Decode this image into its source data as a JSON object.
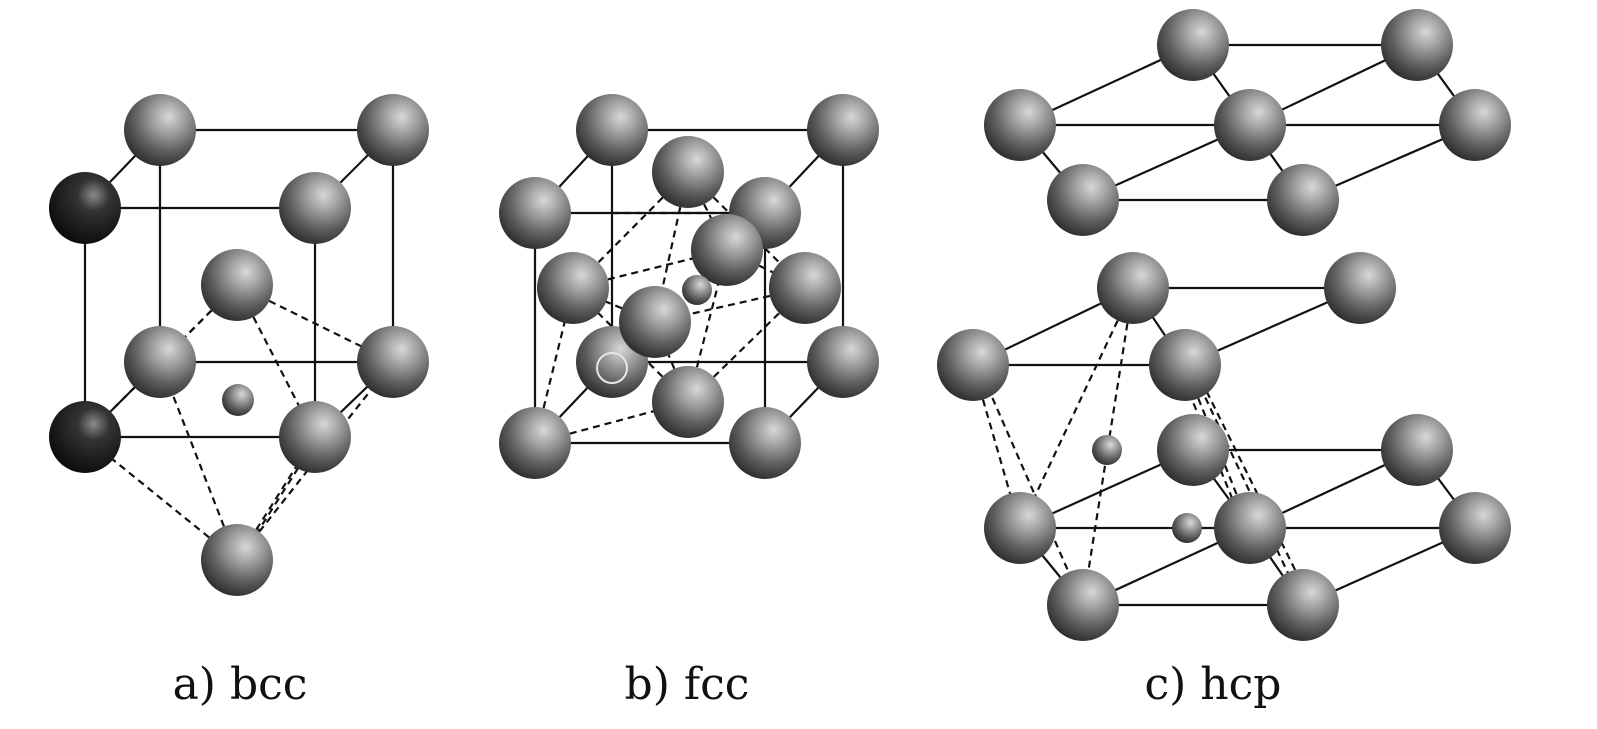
{
  "captions": {
    "bcc": "a) bcc",
    "fcc": "b) fcc",
    "hcp": "c) hcp"
  },
  "colors": {
    "atom_light": "#b9b9b9",
    "atom_mid": "#6a6a6a",
    "atom_dark": "#1a1a1a",
    "corner_atom_dark": "#111111",
    "line": "#111111",
    "background": "#ffffff"
  },
  "structures": [
    "bcc",
    "fcc",
    "hcp"
  ]
}
